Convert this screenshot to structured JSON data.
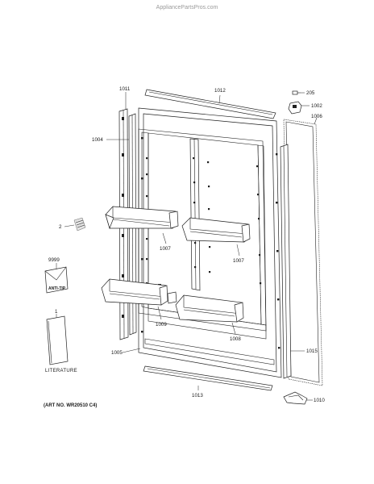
{
  "watermark": "AppliancePartsPros.com",
  "art_number": "(ART NO. WR20510 C4)",
  "literature_label": "LITERATURE",
  "anti_tip_label": "ANTI-TIP",
  "callouts": {
    "c1011": "1011",
    "c1012": "1012",
    "c205": "205",
    "c1002": "1002",
    "c1006": "1006",
    "c1004": "1004",
    "c2": "2",
    "c9999": "9999",
    "c1007a": "1007",
    "c1007b": "1007",
    "c1": "1",
    "c1009": "1009",
    "c1008": "1008",
    "c1005": "1005",
    "c1015": "1015",
    "c1013": "1013",
    "c1010": "1010"
  }
}
